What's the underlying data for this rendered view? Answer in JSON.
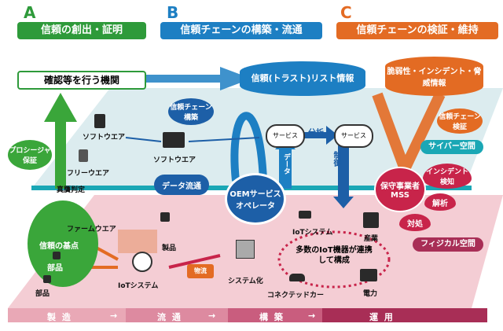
{
  "letters": {
    "a": "A",
    "b": "B",
    "c": "C"
  },
  "headers": {
    "a": "信頼の創出・証明",
    "b": "信頼チェーンの構築・流通",
    "c": "信頼チェーンの検証・維持"
  },
  "top": {
    "agency": "確認等を行う機関",
    "trust_list": "信頼(トラスト)リスト情報",
    "vuln_info": "脆弱性・インシデント・脅威情報"
  },
  "cyber": {
    "procedure": "プロシージャ保証",
    "software1": "ソフトウエア",
    "freeware": "フリーウエア",
    "authenticity": "真贋判定",
    "chain_build": "信頼チェーン構築",
    "software2": "ソフトウエア",
    "data_flow": "データ流通",
    "service1": "サービス",
    "analysis": "分析",
    "service2": "サービス",
    "chain_verify": "信頼チェーン検証",
    "cyber_space": "サイバー空間",
    "incident_detect": "インシデント検知",
    "analysis2": "解析",
    "response": "対処",
    "data": "データ",
    "control": "制御"
  },
  "oem": "OEMサービスオペレータ",
  "mss": "保守事業者MSS",
  "physical": {
    "firmware": "ファームウエア",
    "trust_base": "信頼の基点",
    "parts1": "部品",
    "parts2": "部品",
    "product": "製品",
    "iot_system": "IoTシステム",
    "logistics": "物流",
    "systemize": "システム化",
    "iot_system2": "IoTシステム",
    "industry": "産業",
    "iot_devices": "多数のIoT機器が連携して構成",
    "connected_car": "コネクテッドカー",
    "power": "電力",
    "physical_space": "フィジカル空間"
  },
  "stages": [
    "製 造",
    "流 通",
    "構 築",
    "運 用"
  ],
  "arrow": "→",
  "colors": {
    "green": "#2e9a3a",
    "blue": "#1d7fc3",
    "orange": "#e36b23",
    "red": "#c8244a",
    "navy": "#1d5fa7"
  }
}
